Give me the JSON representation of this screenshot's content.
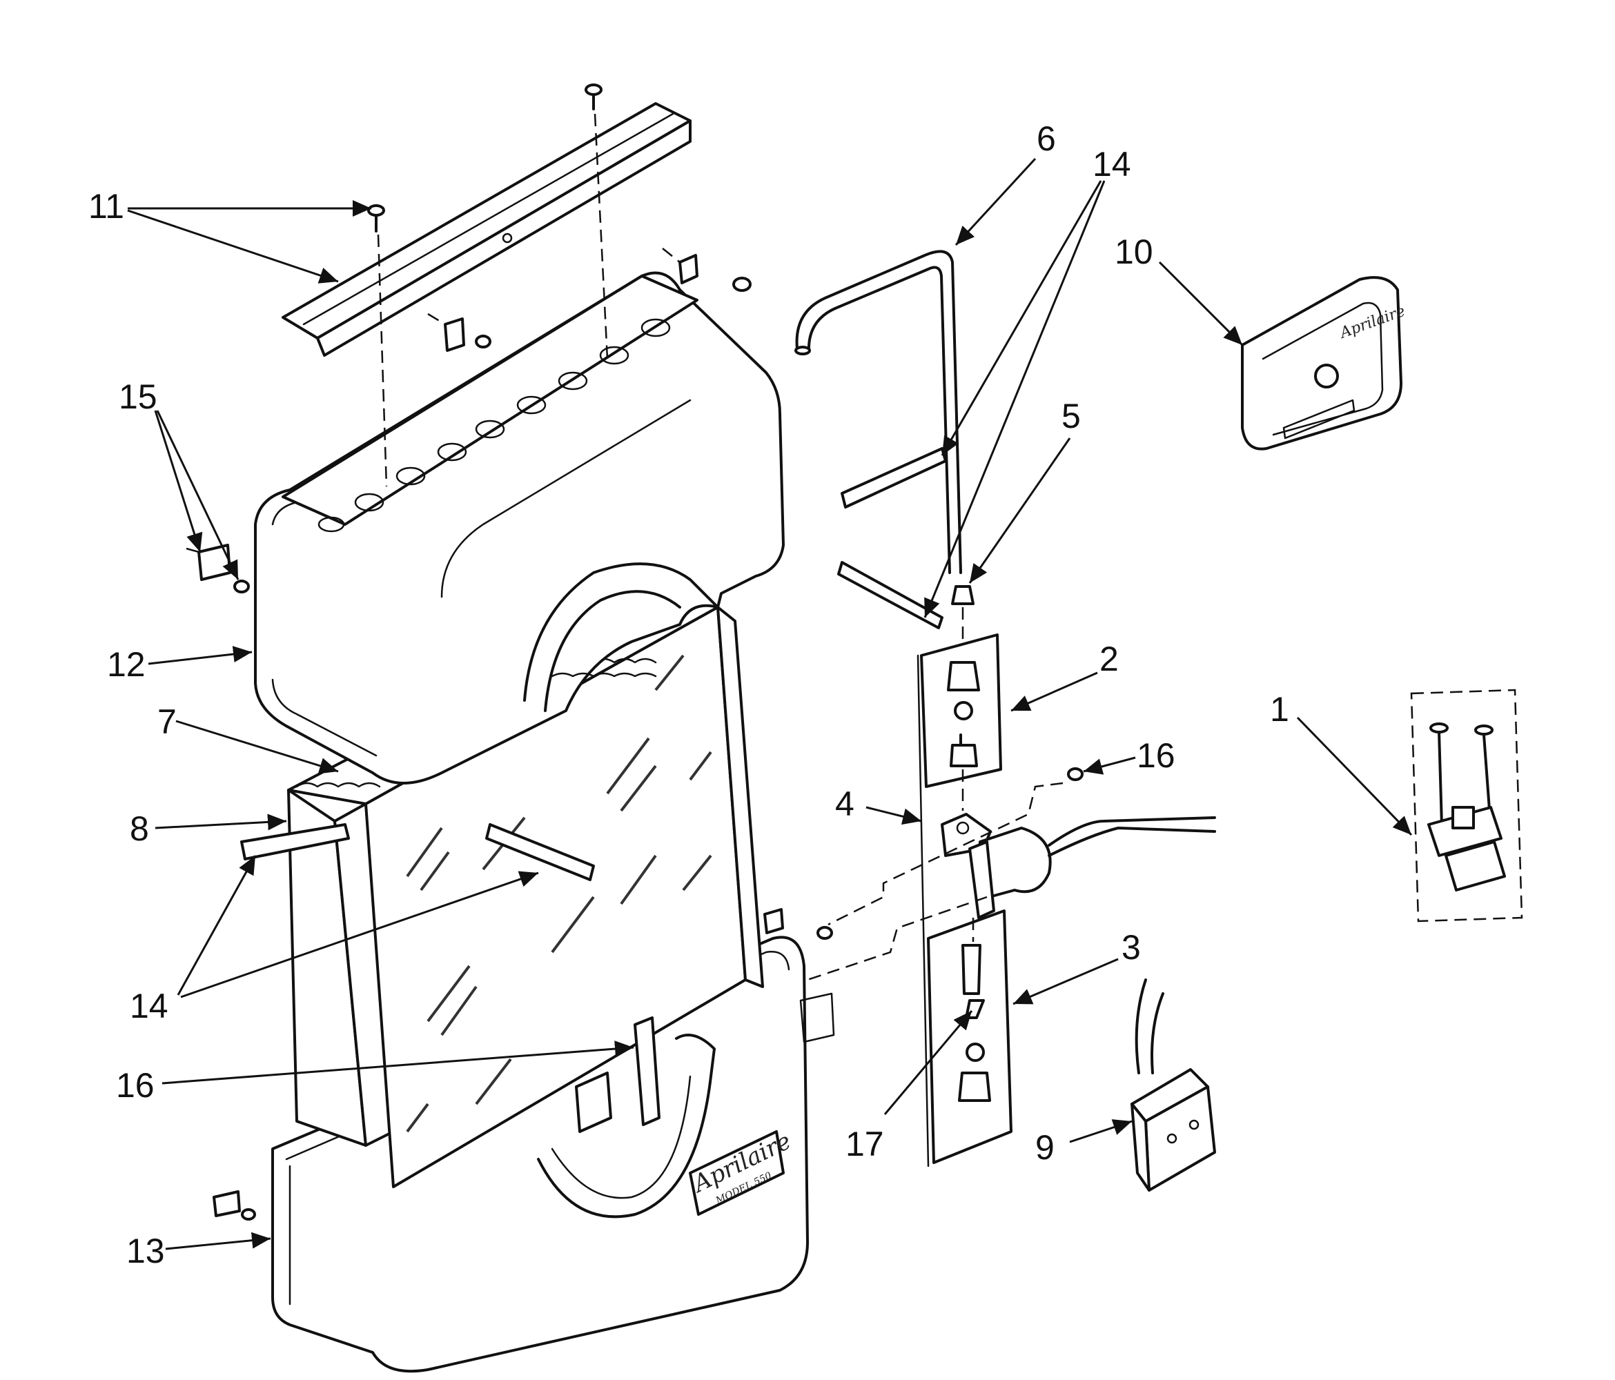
{
  "callouts": {
    "c1": "1",
    "c2": "2",
    "c3": "3",
    "c4": "4",
    "c5": "5",
    "c6": "6",
    "c7": "7",
    "c8": "8",
    "c9": "9",
    "c10": "10",
    "c11": "11",
    "c12": "12",
    "c13": "13",
    "c14_top": "14",
    "c14_left": "14",
    "c15": "15",
    "c16_right": "16",
    "c16_left": "16",
    "c17": "17"
  },
  "logos": {
    "tray_logo_script": "Aprilaire",
    "tray_logo_model": "MODEL 550",
    "humidistat_logo": "Aprilaire"
  },
  "icons": [
    "screw-icon",
    "clip-icon",
    "arrow-icon",
    "nut-icon"
  ]
}
